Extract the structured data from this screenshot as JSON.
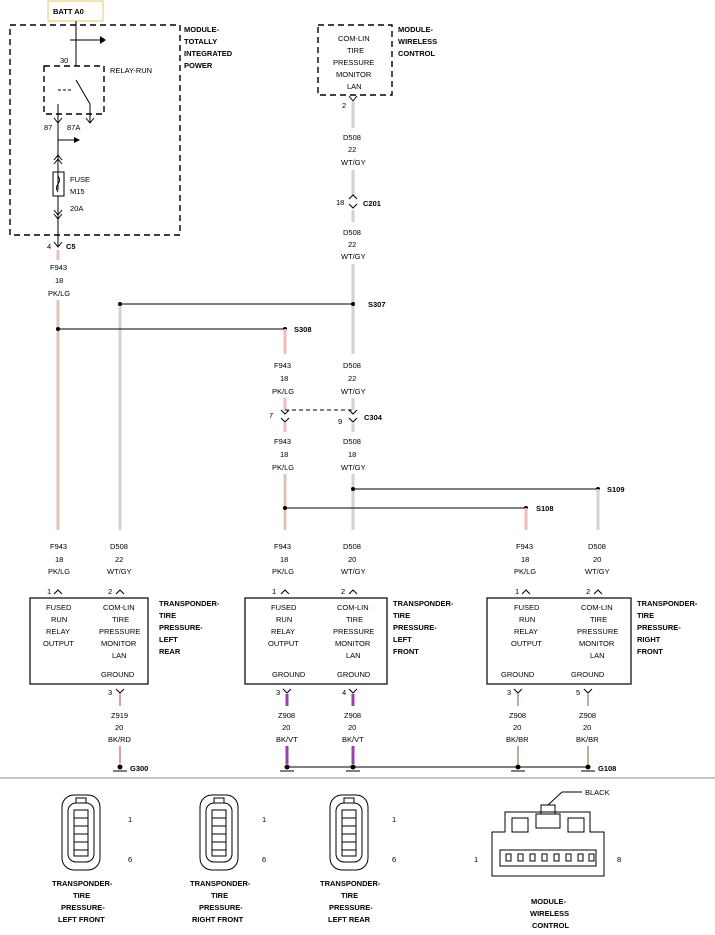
{
  "batt_label": "BATT A0",
  "tip_module": {
    "line1": "MODULE-",
    "line2": "TOTALLY",
    "line3": "INTEGRATED",
    "line4": "POWER"
  },
  "relay": {
    "label": "RELAY-RUN",
    "pin30": "30",
    "pin87": "87",
    "pin87a": "87A"
  },
  "fuse": {
    "line1": "FUSE",
    "line2": "M15",
    "line3": "20A"
  },
  "c5": {
    "pin": "4",
    "name": "C5"
  },
  "wcm": {
    "line1": "COM-LIN",
    "line2": "TIRE",
    "line3": "PRESSURE",
    "line4": "MONITOR",
    "line5": "LAN",
    "title1": "MODULE-",
    "title2": "WIRELESS",
    "title3": "CONTROL",
    "pin": "2"
  },
  "wires": {
    "d508": "D508",
    "wtgy": "WT/GY",
    "g22": "22",
    "g18": "18",
    "g20": "20",
    "f943": "F943",
    "pklg": "PK/LG",
    "z919": "Z919",
    "bkrd": "BK/RD",
    "z908": "Z908",
    "bkvt": "BK/VT",
    "bkbr": "BK/BR"
  },
  "connectors": {
    "c201": "C201",
    "c201_pin": "18",
    "c304": "C304",
    "c304_pin_a": "7",
    "c304_pin_b": "9"
  },
  "splices": {
    "s307": "S307",
    "s308": "S308",
    "s109": "S109",
    "s108": "S108"
  },
  "grounds": {
    "g300": "G300",
    "g108": "G108"
  },
  "transponder": {
    "fused1": "FUSED",
    "fused2": "RUN",
    "fused3": "RELAY",
    "fused4": "OUTPUT",
    "com1": "COM-LIN",
    "com2": "TIRE",
    "com3": "PRESSURE",
    "com4": "MONITOR",
    "com5": "LAN",
    "ground": "GROUND",
    "t1": "TRANSPONDER-",
    "t2": "TIRE",
    "t3": "PRESSURE-",
    "lr_a": "LEFT",
    "lr_b": "REAR",
    "lf_a": "LEFT",
    "lf_b": "FRONT",
    "rf_a": "RIGHT",
    "rf_b": "FRONT",
    "pin1": "1",
    "pin2": "2",
    "pin3": "3",
    "pin4": "4",
    "pin5": "5"
  },
  "views": {
    "pin1": "1",
    "pin6": "6",
    "pin8": "8",
    "v1": {
      "a": "TRANSPONDER-",
      "b": "TIRE",
      "c": "PRESSURE-",
      "d": "LEFT FRONT"
    },
    "v2": {
      "a": "TRANSPONDER-",
      "b": "TIRE",
      "c": "PRESSURE-",
      "d": "RIGHT FRONT"
    },
    "v3": {
      "a": "TRANSPONDER-",
      "b": "TIRE",
      "c": "PRESSURE-",
      "d": "LEFT REAR"
    },
    "v4": {
      "a": "MODULE-",
      "b": "WIRELESS",
      "c": "CONTROL",
      "black": "BLACK"
    }
  }
}
